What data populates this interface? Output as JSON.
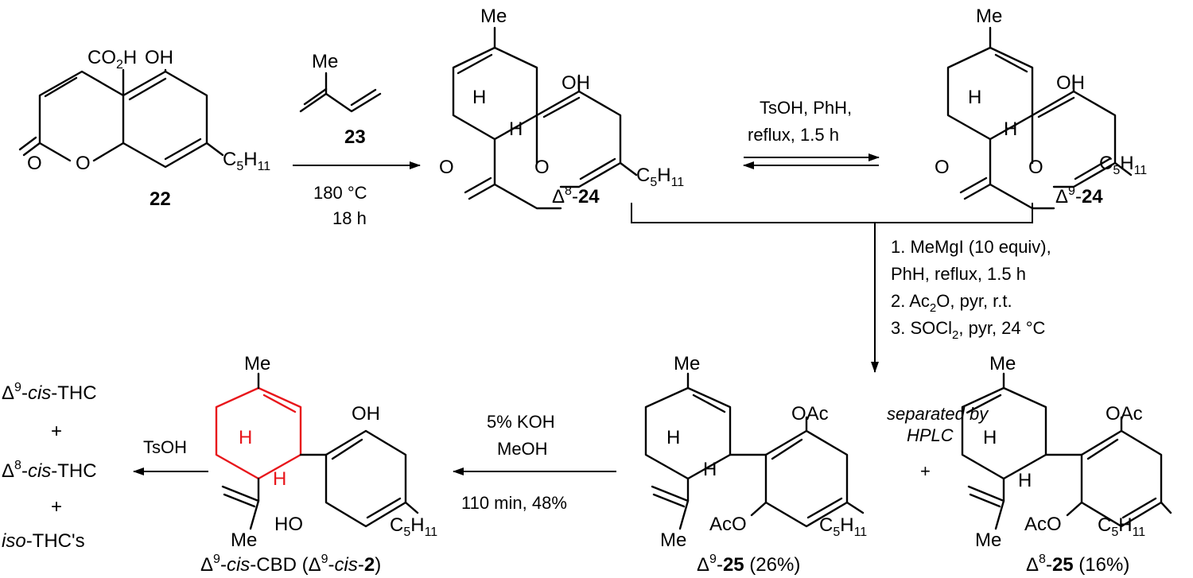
{
  "colors": {
    "ink": "#000000",
    "highlight": "#e8161b",
    "background": "#ffffff"
  },
  "atoms": {
    "co2h": "CO2H",
    "oh": "OH",
    "o": "O",
    "me": "Me",
    "h": "H",
    "oac": "OAc",
    "aco": "AcO",
    "ho": "HO",
    "c5h11": "C5H11"
  },
  "compounds": {
    "c22": "22",
    "c23": "23",
    "d8_24": "Δ8-24",
    "d9_24": "Δ9-24",
    "d9_25": "Δ9-25 (26%)",
    "d8_25": "Δ8-25 (16%)",
    "cbd": "Δ9-cis-CBD (Δ9-cis-2)"
  },
  "conditions": {
    "step1_line1": "180 °C",
    "step1_line2": "18 h",
    "step2_line1": "TsOH, PhH,",
    "step2_line2": "reflux, 1.5 h",
    "step3_line1": "1. MeMgI (10 equiv),",
    "step3_line2": "PhH, reflux, 1.5 h",
    "step3_line3": "2. Ac2O, pyr, r.t.",
    "step3_line4": "3. SOCl2, pyr, 24 °C",
    "separation_line1": "separated by",
    "separation_line2": "HPLC",
    "plus": "+",
    "step4_line1": "5% KOH",
    "step4_line2": "MeOH",
    "step4_line3": "110 min, 48%",
    "step5": "TsOH"
  },
  "products": {
    "p1": "Δ9-cis-THC",
    "plus1": "+",
    "p2": "Δ8-cis-THC",
    "plus2": "+",
    "p3": "iso-THC's"
  }
}
